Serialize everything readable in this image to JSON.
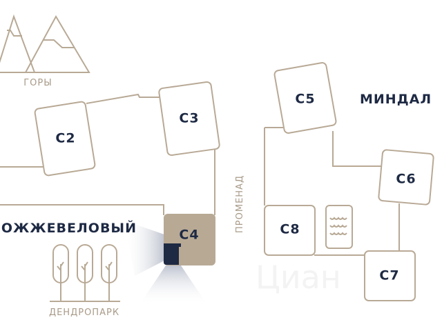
{
  "map": {
    "areas": {
      "mountains": "ГОРЫ",
      "juniper": "МОЖЖЕВЕЛОВЫЙ",
      "almond": "МИНДАЛ",
      "dendropark": "ДЕНДРОПАРК",
      "promenade": "ПРОМЕНАД"
    },
    "buildings": [
      {
        "id": "C2",
        "label": "C2",
        "selected": false
      },
      {
        "id": "C3",
        "label": "C3",
        "selected": false
      },
      {
        "id": "C4",
        "label": "C4",
        "selected": true
      },
      {
        "id": "C5",
        "label": "C5",
        "selected": false
      },
      {
        "id": "C6",
        "label": "C6",
        "selected": false
      },
      {
        "id": "C7",
        "label": "C7",
        "selected": false
      },
      {
        "id": "C8",
        "label": "C8",
        "selected": false
      }
    ],
    "pool_icon": "pool-waves-icon",
    "viewpoint_icon": "camera-viewpoint-icon",
    "watermark": "Циан",
    "colors": {
      "accent": "#b8a995",
      "text_dark": "#1e2a44",
      "text_muted": "#a89a88",
      "selected_fill": "#b8a995"
    }
  }
}
